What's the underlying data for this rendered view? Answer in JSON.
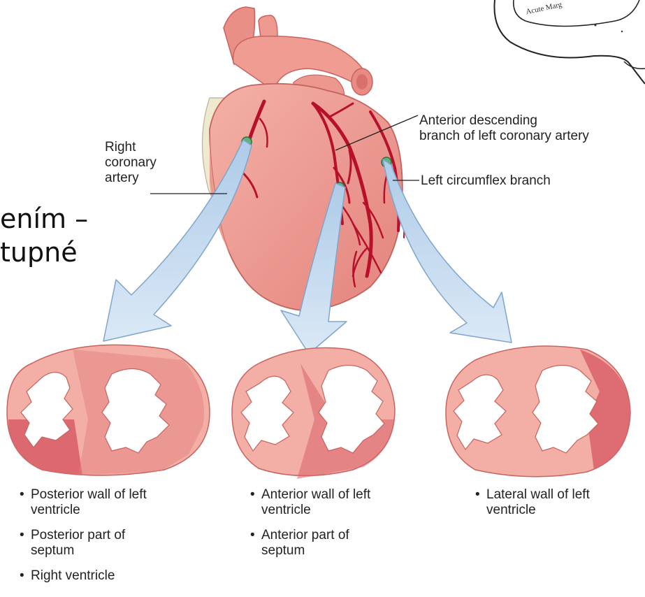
{
  "slide_fragment": {
    "line1": "ením –",
    "line2": "tupné"
  },
  "inset": {
    "label": "Acute Marg"
  },
  "labels": {
    "right_coronary": [
      "Right",
      "coronary",
      "artery"
    ],
    "anterior_descending": [
      "Anterior descending",
      "branch of left coronary artery"
    ],
    "left_circumflex": "Left circumflex branch"
  },
  "territories": [
    {
      "bullets": [
        "Posterior wall of left ventricle",
        "Posterior part of septum",
        "Right ventricle"
      ]
    },
    {
      "bullets": [
        "Anterior wall of left ventricle",
        "Anterior part of septum"
      ]
    },
    {
      "bullets": [
        "Lateral wall of left ventricle"
      ]
    }
  ],
  "colors": {
    "myocardium": "#f1a79f",
    "infarct": "#d9626a",
    "artery": "#b7102a",
    "arrow": "#b9d3ec",
    "fat": "#efe9d0"
  }
}
